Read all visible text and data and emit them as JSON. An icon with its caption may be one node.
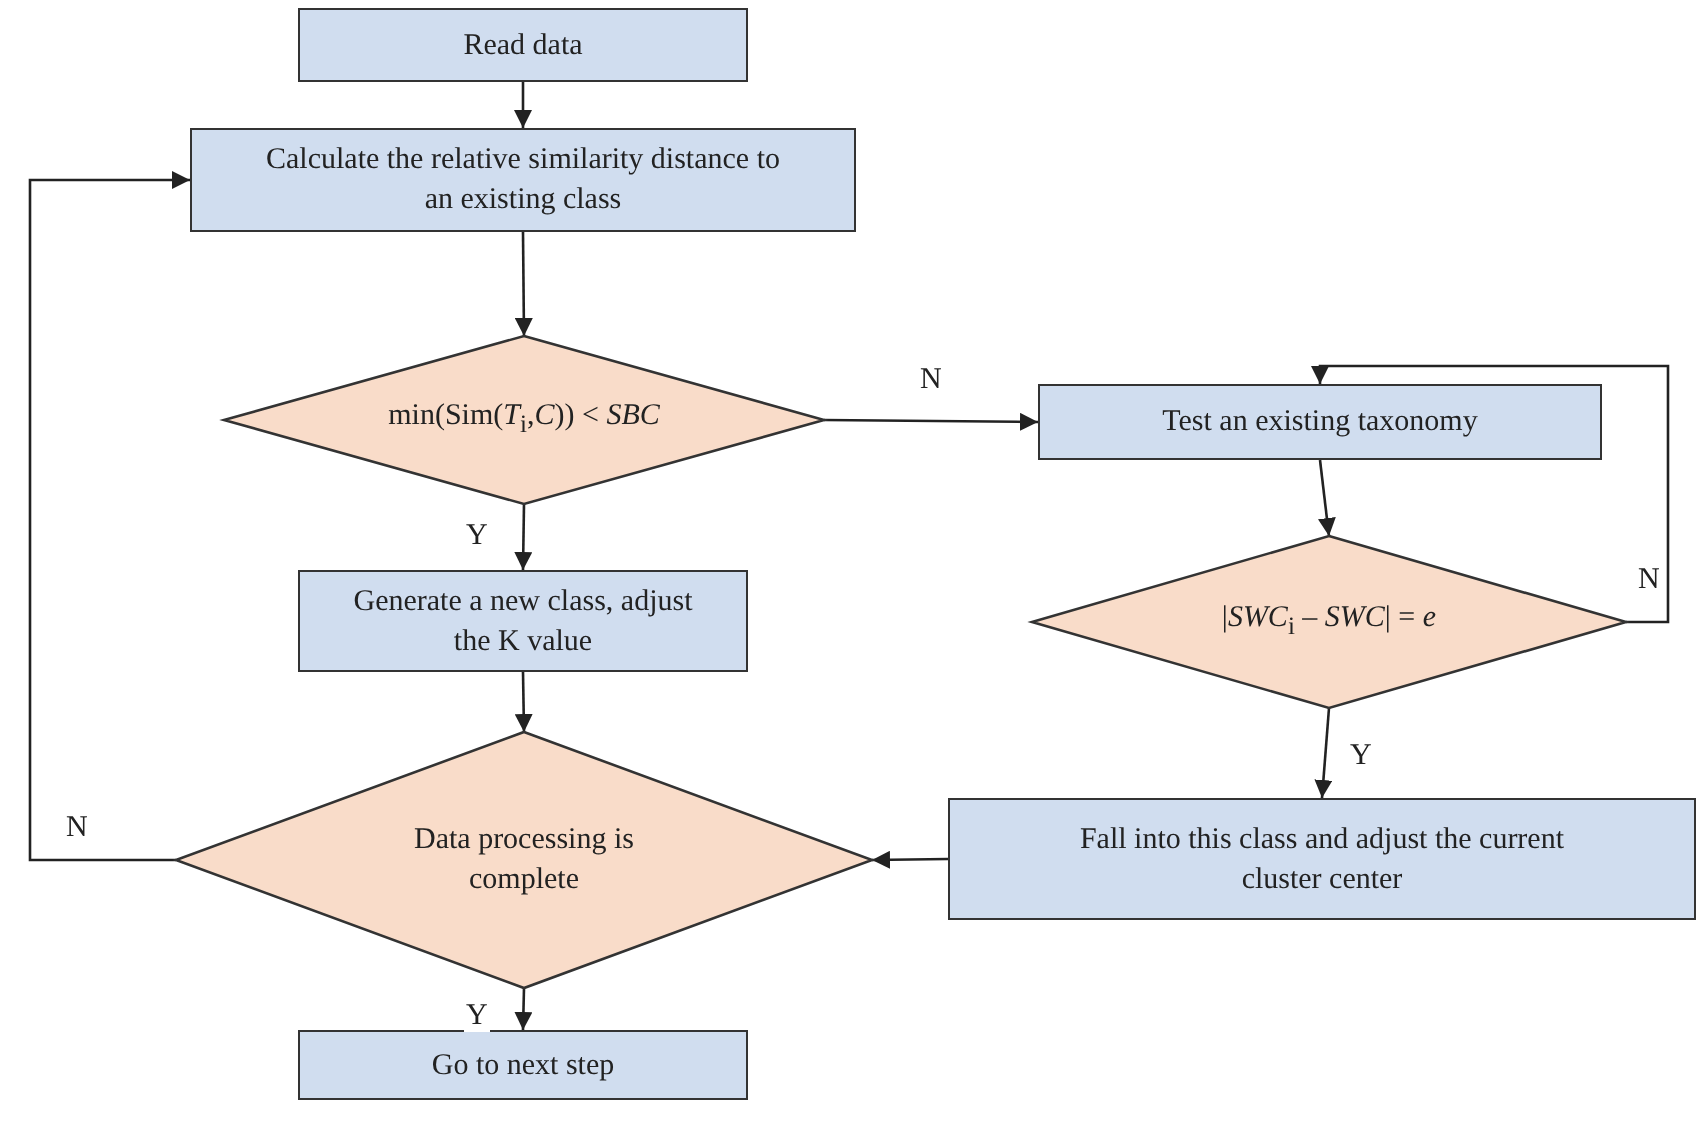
{
  "diagram": {
    "nodes": [
      {
        "text": [
          "Read data"
        ]
      },
      {
        "text": [
          "Calculate the relative similarity distance to an existing class"
        ]
      },
      {
        "text": [
          "min(Sim(*T*$_{i}$,*C*)) < *SBC*"
        ]
      },
      {
        "text": [
          "Generate a new class, adjust the K value"
        ]
      },
      {
        "text": [
          "Data processing is complete"
        ]
      },
      {
        "text": [
          "Go to next step"
        ]
      },
      {
        "text": [
          "Test an existing taxonomy"
        ]
      },
      {
        "text": [
          "|*SWC*$_{i}$ – *SWC*| = *e*"
        ]
      },
      {
        "text": [
          "Fall into this class and adjust the current cluster center"
        ]
      }
    ],
    "edges": [
      {
        "from": 0,
        "to": 1,
        "arrow": "to"
      },
      {
        "from": 1,
        "to": 2,
        "arrow": "to"
      },
      {
        "from": 2,
        "to": 3,
        "arrow": "to",
        "label": "Y"
      },
      {
        "from": 2,
        "to": 6,
        "arrow": "to",
        "label": "N"
      },
      {
        "from": 3,
        "to": 4,
        "arrow": "to"
      },
      {
        "from": 4,
        "to": 5,
        "arrow": "to",
        "label": "Y"
      },
      {
        "from": 4,
        "to": 1,
        "arrow": "to",
        "label": "N"
      },
      {
        "from": 6,
        "to": 7,
        "arrow": "to"
      },
      {
        "from": 7,
        "to": 6,
        "arrow": "to",
        "label": "N"
      },
      {
        "from": 7,
        "to": 8,
        "arrow": "to",
        "label": "Y"
      },
      {
        "from": 8,
        "to": 4,
        "arrow": "to"
      }
    ]
  }
}
